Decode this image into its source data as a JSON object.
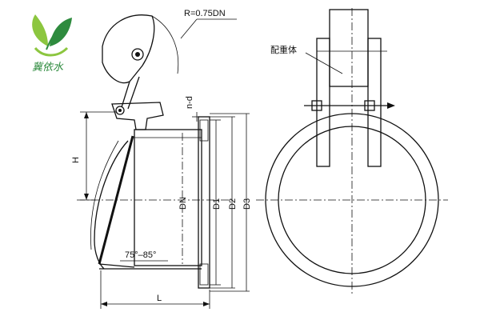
{
  "logo": {
    "text": "冀依水",
    "leaf_color_light": "#8cc63f",
    "leaf_color_dark": "#2e8b3e",
    "icon": "leaf-logo-icon"
  },
  "labels": {
    "radius": "R=0.75DN",
    "bolts": "n-d",
    "height": "H",
    "nominal_diameter": "DN",
    "d1": "D1",
    "d2": "D2",
    "d3": "D3",
    "angle": "75°–85°",
    "length": "L",
    "counterweight": "配重体"
  }
}
